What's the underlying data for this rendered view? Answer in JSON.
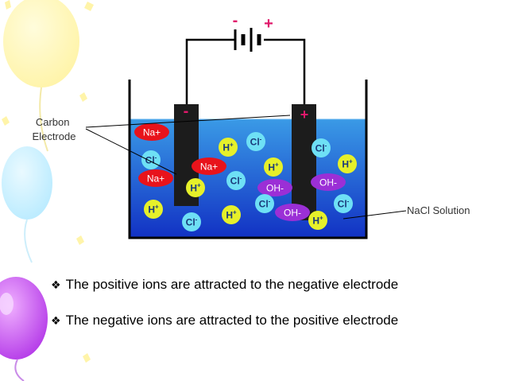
{
  "diagram": {
    "labels": {
      "electrode": [
        "Carbon",
        "Electrode"
      ],
      "solution": "NaCl Solution",
      "battery_negative": "-",
      "battery_positive": "+",
      "electrode_negative": "-",
      "electrode_positive": "+"
    },
    "ions": [
      {
        "kind": "na",
        "text": "Na+",
        "sup": ""
      },
      {
        "kind": "na",
        "text": "Na+",
        "sup": ""
      },
      {
        "kind": "na",
        "text": "Na+",
        "sup": ""
      },
      {
        "kind": "oh",
        "text": "OH-",
        "sup": ""
      },
      {
        "kind": "oh",
        "text": "OH-",
        "sup": ""
      },
      {
        "kind": "oh",
        "text": "OH-",
        "sup": ""
      },
      {
        "kind": "h",
        "text": "H",
        "sup": "+"
      },
      {
        "kind": "h",
        "text": "H",
        "sup": "+"
      },
      {
        "kind": "h",
        "text": "H",
        "sup": "+"
      },
      {
        "kind": "h",
        "text": "H",
        "sup": "+"
      },
      {
        "kind": "h",
        "text": "H",
        "sup": "+"
      },
      {
        "kind": "h",
        "text": "H",
        "sup": "+"
      },
      {
        "kind": "h",
        "text": "H",
        "sup": "+"
      },
      {
        "kind": "cl",
        "text": "Cl",
        "sup": "-"
      },
      {
        "kind": "cl",
        "text": "Cl",
        "sup": "-"
      },
      {
        "kind": "cl",
        "text": "Cl",
        "sup": "-"
      },
      {
        "kind": "cl",
        "text": "Cl",
        "sup": "-"
      },
      {
        "kind": "cl",
        "text": "Cl",
        "sup": "-"
      },
      {
        "kind": "cl",
        "text": "Cl",
        "sup": "-"
      },
      {
        "kind": "cl",
        "text": "Cl",
        "sup": "-"
      }
    ],
    "colors": {
      "na": "#e8131b",
      "oh": "#9b2fd6",
      "h": "#e6f02a",
      "cl": "#6ee0f5",
      "solution_top": "#2f8de0",
      "solution_bottom": "#1430c8",
      "electrode": "#1a1a1a",
      "terminal": "#e0196b"
    }
  },
  "bullets": [
    "The positive ions are attracted to the negative electrode",
    "The negative ions are attracted to the positive electrode"
  ],
  "icons": {
    "bullet": "diamond-bullet-icon",
    "decoration": "balloon-icon"
  }
}
